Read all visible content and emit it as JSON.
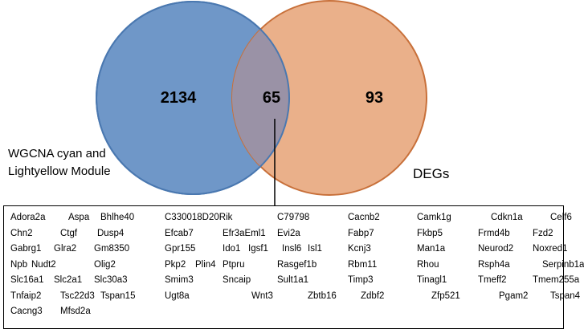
{
  "venn": {
    "set_a_label_lines": [
      "WGCNA cyan and",
      "Lightyellow Module"
    ],
    "set_b_label": "DEGs",
    "only_a": "2134",
    "overlap": "65",
    "only_b": "93",
    "colors": {
      "set_a_fill": "#6f97c8",
      "set_a_stroke": "#4a78b0",
      "set_b_fill": "#eab08a",
      "set_b_stroke": "#c8703a",
      "overlap_fill": "#9a92a6"
    }
  },
  "genes": [
    [
      "Adora2a",
      "Aspa",
      "Bhlhe40",
      "C330018D20Rik",
      "C79798",
      "Cacnb2",
      "Camk1g",
      "Cdkn1a",
      "Celf6"
    ],
    [
      "Chn2",
      "Ctgf",
      "Dusp4",
      "Efcab7",
      "Efr3aEml1",
      "Evi2a",
      "Fabp7",
      "Fkbp5",
      "Frmd4b",
      "Fzd2"
    ],
    [
      "Gabrg1",
      "Glra2",
      "Gm8350",
      "Gpr155",
      "Ido1",
      "Igsf1",
      "Insl6",
      "Isl1",
      "Kcnj3",
      "Man1a",
      "Neurod2",
      "Noxred1"
    ],
    [
      "Npb",
      "Nudt2",
      "Olig2",
      "Pkp2",
      "Plin4",
      "Ptpru",
      "Rasgef1b",
      "Rbm11",
      "Rhou",
      "Rsph4a",
      "Serpinb1a"
    ],
    [
      "Slc16a1",
      "Slc2a1",
      "Slc30a3",
      "Smim3",
      "Sncaip",
      "Sult1a1",
      "Timp3",
      "Tinagl1",
      "Tmeff2",
      "Tmem255a"
    ],
    [
      "Tnfaip2",
      "Tsc22d3",
      "Tspan15",
      "Ugt8a",
      "Wnt3",
      "Zbtb16",
      "Zdbf2",
      "Zfp521",
      "Pgam2",
      "Tspan4"
    ],
    [
      "Cacng3",
      "Mfsd2a"
    ]
  ]
}
